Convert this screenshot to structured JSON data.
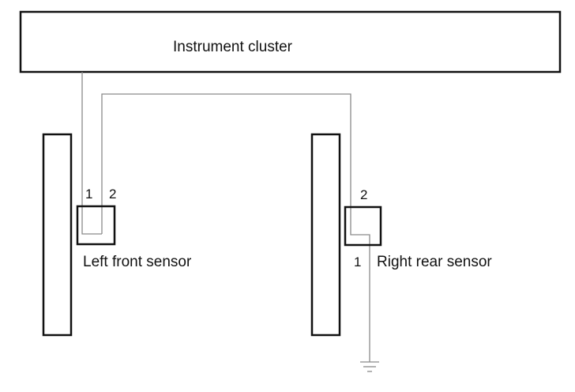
{
  "diagram": {
    "instrument_cluster": {
      "label": "Instrument cluster"
    },
    "left_front_sensor": {
      "label": "Left front sensor",
      "pin1": "1",
      "pin2": "2"
    },
    "right_rear_sensor": {
      "label": "Right rear sensor",
      "pin1": "1",
      "pin2": "2"
    }
  },
  "colors": {
    "outline": "#111111",
    "wire": "#8a8a8a"
  }
}
